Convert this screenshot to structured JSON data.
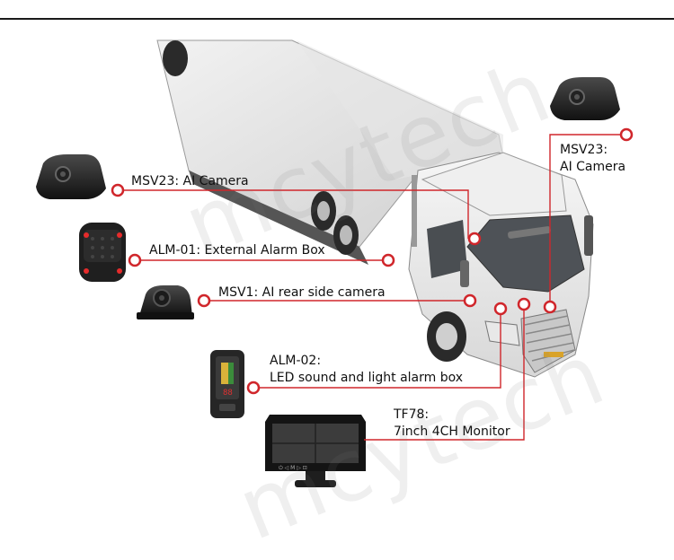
{
  "watermark": "mcytech",
  "labels": {
    "msv23_left": "MSV23:  AI Camera",
    "alm01": "ALM-01: External Alarm Box",
    "msv1": "MSV1: AI rear side camera",
    "alm02_model": "ALM-02:",
    "alm02_desc": "LED sound and light alarm box",
    "tf78_model": "TF78:",
    "tf78_desc": "7inch 4CH Monitor",
    "msv23_right_model": "MSV23:",
    "msv23_right_desc": "AI Camera"
  },
  "monitor_buttons": "⏻  ◁  M  ▷  ⊡",
  "alarm_display": "88",
  "colors": {
    "accent": "#d0262b",
    "line": "#d0262b"
  }
}
